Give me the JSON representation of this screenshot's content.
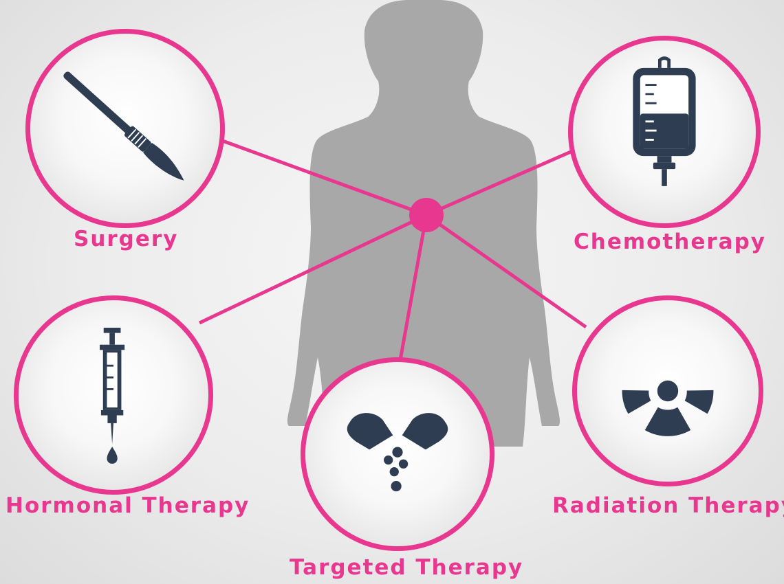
{
  "treatments": {
    "surgery": "Surgery",
    "chemotherapy": "Chemotherapy",
    "hormonal": "Hormonal Therapy",
    "radiation": "Radiation Therapy",
    "targeted": "Targeted Therapy"
  },
  "colors": {
    "accent": "#e8378f",
    "icon": "#2e3d52",
    "silhouette": "#a8a8a8",
    "background": "#ececec"
  },
  "icons": {
    "surgery": "scalpel-icon",
    "chemotherapy": "iv-bag-icon",
    "hormonal": "syringe-icon",
    "radiation": "radiation-icon",
    "targeted": "capsule-icon"
  }
}
